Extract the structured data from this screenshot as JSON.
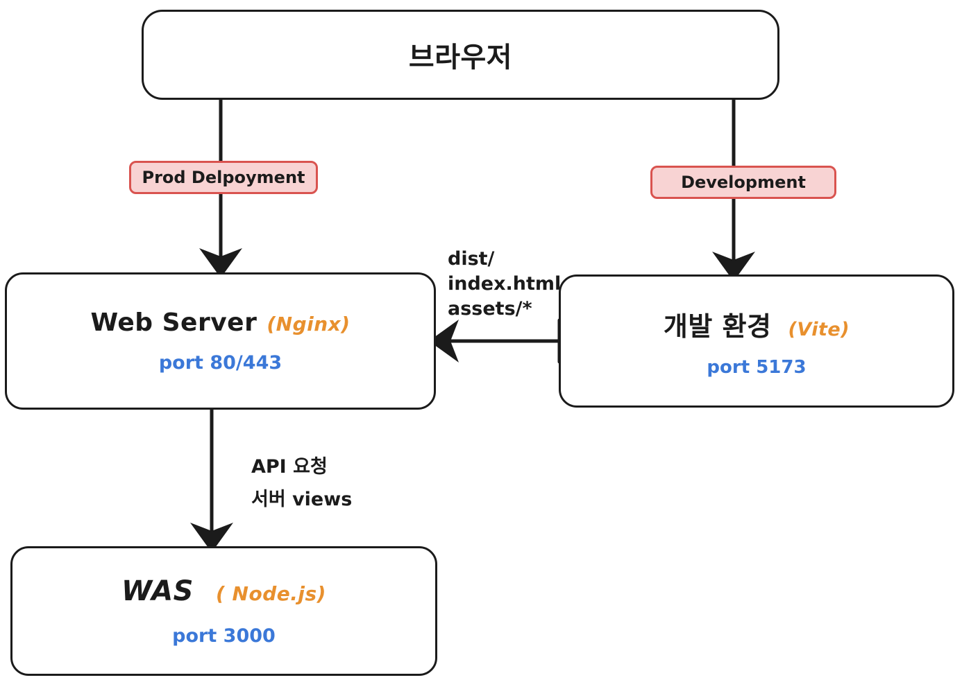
{
  "diagram": {
    "title": "Web service deployment architecture",
    "colors": {
      "stroke": "#1b1b1b",
      "tech_accent": "#e8902e",
      "port_accent": "#3b78d8",
      "badge_fill": "#f8d3d3",
      "badge_border": "#d9534f",
      "background": "#ffffff"
    },
    "nodes": [
      {
        "id": "browser",
        "title": "브라우저",
        "tech": "",
        "port": ""
      },
      {
        "id": "webserver",
        "title": "Web Server",
        "tech": "(Nginx)",
        "port": "port 80/443"
      },
      {
        "id": "dev",
        "title": "개발 환경",
        "tech": "(Vite)",
        "port": "port 5173"
      },
      {
        "id": "was",
        "title": "WAS",
        "tech": "( Node.js)",
        "port": "port 3000"
      }
    ],
    "badges": [
      {
        "id": "prod",
        "label": "Prod Delpoyment"
      },
      {
        "id": "development",
        "label": "Development"
      }
    ],
    "edge_labels": {
      "build_output": {
        "line1": "dist/",
        "line2": "index.html",
        "line3": "assets/*"
      },
      "api_request": {
        "line1": "API 요청",
        "line2": "서버 views"
      }
    },
    "edges": [
      {
        "id": "browser-to-webserver",
        "from": "browser",
        "to": "webserver",
        "badge": "Prod Delpoyment",
        "direction": "down"
      },
      {
        "id": "browser-to-dev",
        "from": "browser",
        "to": "dev",
        "badge": "Development",
        "direction": "down"
      },
      {
        "id": "dev-to-webserver",
        "from": "dev",
        "to": "webserver",
        "badge": "dist/ index.html assets/*",
        "direction": "left"
      },
      {
        "id": "webserver-to-was",
        "from": "webserver",
        "to": "was",
        "badge": "API 요청 / 서버 views",
        "direction": "down"
      }
    ]
  }
}
